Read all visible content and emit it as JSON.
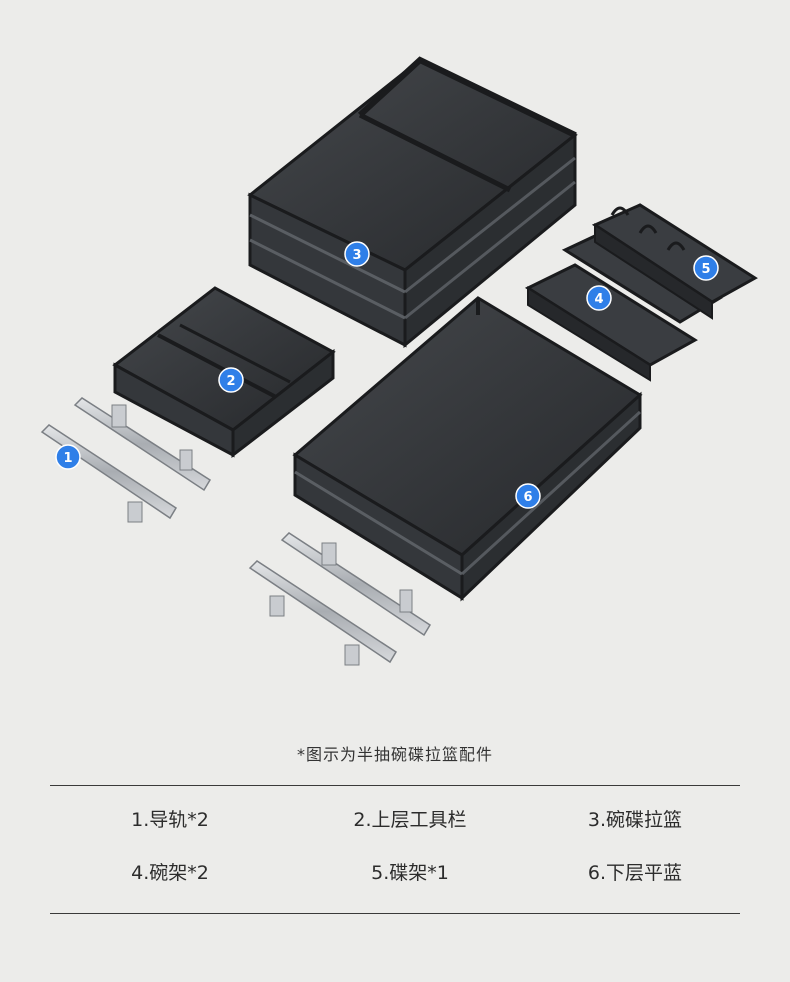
{
  "colors": {
    "background": "#ececea",
    "badge": "#2f7fe8",
    "basket": "#2b2d30",
    "rail": "#b9bcc0"
  },
  "badges": [
    "1",
    "2",
    "3",
    "4",
    "5",
    "6"
  ],
  "caption": "*图示为半抽碗碟拉篮配件",
  "legend": [
    "1.导轨*2",
    "2.上层工具栏",
    "3.碗碟拉篮",
    "4.碗架*2",
    "5.碟架*1",
    "6.下层平蓝"
  ]
}
